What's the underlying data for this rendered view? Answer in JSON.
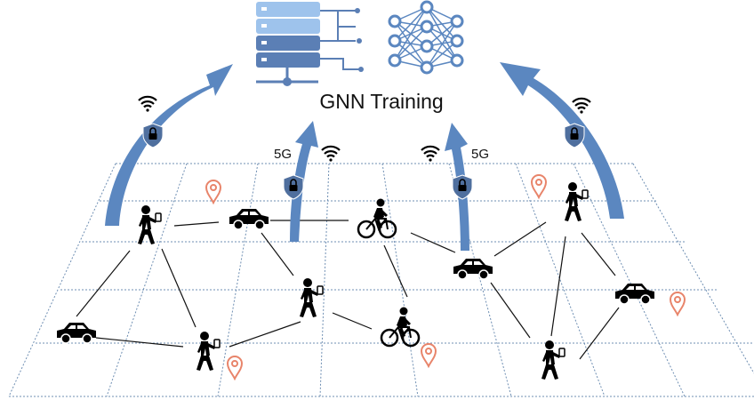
{
  "diagram": {
    "title": "GNN Training",
    "network_labels": [
      "5G",
      "5G"
    ],
    "colors": {
      "arrow": "#5b87c0",
      "server_dark": "#5b7fb5",
      "server_light": "#9ec3ec",
      "neural_net": "#5b87c0",
      "grid": "#6f8fb3",
      "location_pin": "#e8846a",
      "shield": "#4f6f9e",
      "agent": "#000000"
    },
    "icons": [
      "server-icon",
      "neural-network-icon",
      "wifi-icon",
      "shield-lock-icon",
      "location-pin-icon",
      "pedestrian-phone-icon",
      "car-icon",
      "cyclist-icon"
    ]
  }
}
